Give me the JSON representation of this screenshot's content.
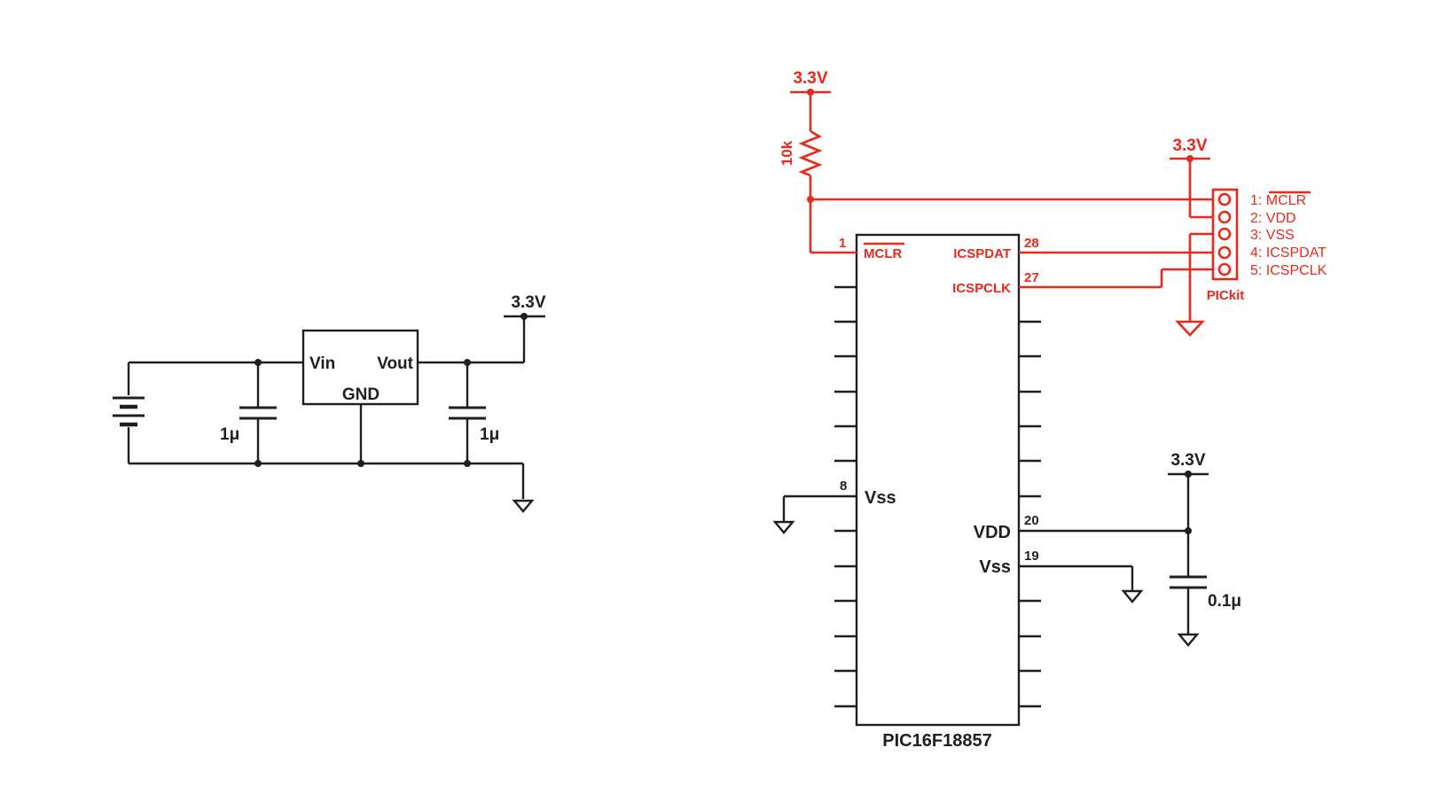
{
  "colors": {
    "wire": "#1f1f1f",
    "programming_wire": "#e8291c",
    "background": "#ffffff"
  },
  "regulator": {
    "pin_vin": "Vin",
    "pin_vout": "Vout",
    "pin_gnd": "GND",
    "supply_label": "3.3V",
    "cap_in_label": "1μ",
    "cap_out_label": "1μ"
  },
  "programming": {
    "pullup_supply_label": "3.3V",
    "resistor_label": "10k",
    "header_supply_label": "3.3V",
    "header_name": "PICkit",
    "header_pins": [
      "1: MCLR",
      "2: VDD",
      "3: VSS",
      "4: ICSPDAT",
      "5: ICSPCLK"
    ]
  },
  "mcu": {
    "part_name": "PIC16F18857",
    "pin_1_num": "1",
    "pin_1_name": "MCLR",
    "pin_28_num": "28",
    "pin_28_name": "ICSPDAT",
    "pin_27_num": "27",
    "pin_27_name": "ICSPCLK",
    "pin_8_num": "8",
    "pin_8_name": "Vss",
    "pin_20_num": "20",
    "pin_20_name": "VDD",
    "pin_19_num": "19",
    "pin_19_name": "Vss"
  },
  "decoupling": {
    "supply_label": "3.3V",
    "cap_label": "0.1μ"
  }
}
